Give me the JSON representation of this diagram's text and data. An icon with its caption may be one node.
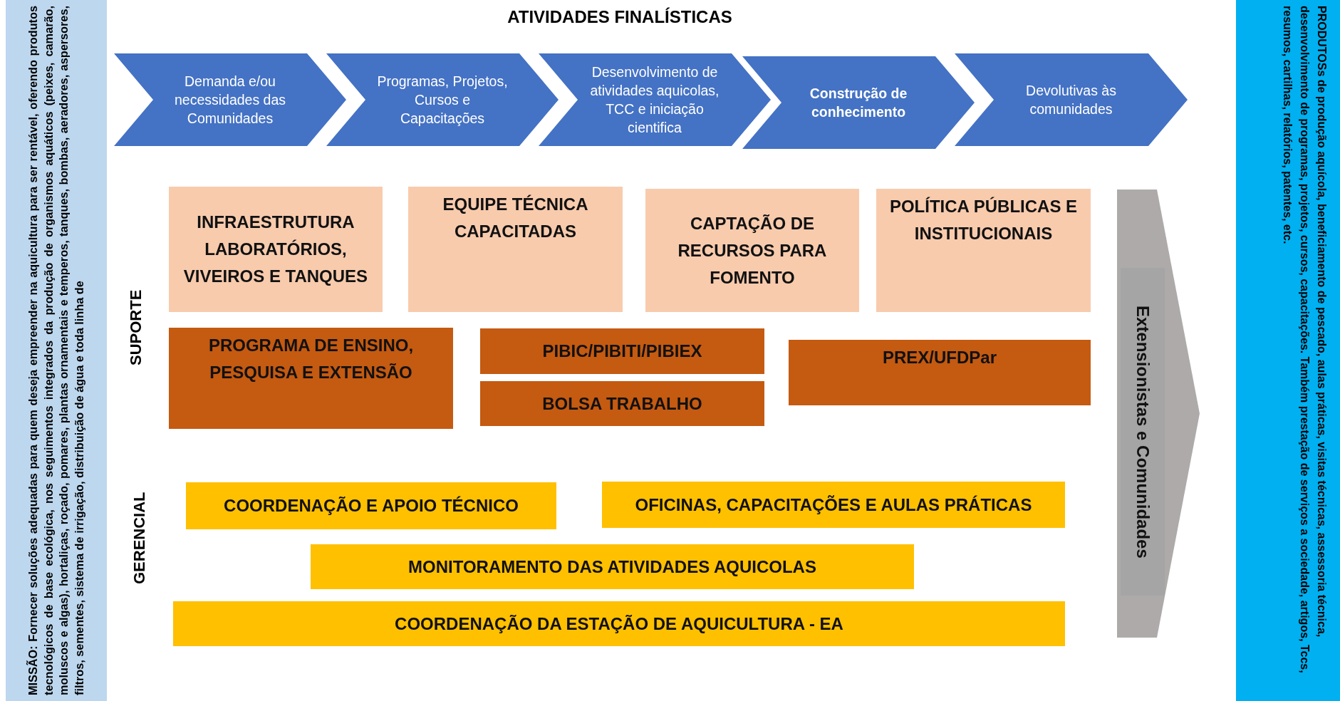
{
  "diagram": {
    "title": "ATIVIDADES FINALÍSTICAS",
    "nodes": [
      {
        "text": [
          "MISSÃO: Fornecer soluções adequadas para quem deseja empreender na aquicultura para ser rentável, oferendo produtos tecnológicos de base ecológica, nos seguimentos integrados da produção de organismos aquáticos (peixes, camarão, moluscos e algas), hortaliças, roçado, pomares, plantas ornamentais e temperos, tanques, bombas, aeradores, aspersores, filtros, sementes, sistema de irrigação, distribuição de água e toda linha de"
        ]
      },
      {
        "text": [
          "Demanda e/ou necessidades das Comunidades"
        ]
      },
      {
        "text": [
          "Programas, Projetos, Cursos e Capacitações"
        ]
      },
      {
        "text": [
          "Desenvolvimento de atividades aquicolas, TCC e iniciação cientifica"
        ]
      },
      {
        "text": [
          "Construção de conhecimento"
        ]
      },
      {
        "text": [
          "Devolutivas às comunidades"
        ]
      },
      {
        "text": [
          "INFRAESTRUTURA LABORATÓRIOS, VIVEIROS E TANQUES"
        ]
      },
      {
        "text": [
          "EQUIPE TÉCNICA CAPACITADAS"
        ]
      },
      {
        "text": [
          "CAPTAÇÃO DE RECURSOS PARA FOMENTO"
        ]
      },
      {
        "text": [
          "POLÍTICA PÚBLICAS E INSTITUCIONAIS"
        ]
      },
      {
        "text": [
          "PROGRAMA DE ENSINO, PESQUISA E EXTENSÃO"
        ]
      },
      {
        "text": [
          "PIBIC/PIBITI/PIBIEX"
        ]
      },
      {
        "text": [
          "BOLSA TRABALHO"
        ]
      },
      {
        "text": [
          "PREX/UFDPar"
        ]
      },
      {
        "text": [
          "COORDENAÇÃO E APOIO TÉCNICO"
        ]
      },
      {
        "text": [
          "OFICINAS, CAPACITAÇÕES E AULAS PRÁTICAS"
        ]
      },
      {
        "text": [
          "MONITORAMENTO DAS ATIVIDADES AQUICOLAS"
        ]
      },
      {
        "text": [
          "COORDENAÇÃO DA ESTAÇÃO DE AQUICULTURA - EA"
        ]
      },
      {
        "text": [
          "Extensionistas e Comunidades"
        ]
      },
      {
        "text": [
          "PRODUTOSs de produção aquícola, beneficiamento de pescado, aulas práticas, visitas técnicas, assessoria técnica, desenvolvimento de programas, projetos, cursos, capacitações. Também prestação de serviços a sociedade, artigos, Tccs, resumos, cartilhas, relatórios, patentes, etc."
        ]
      }
    ],
    "edges": [],
    "labels": [
      "SUPORTE",
      "GERENCIAL"
    ]
  }
}
